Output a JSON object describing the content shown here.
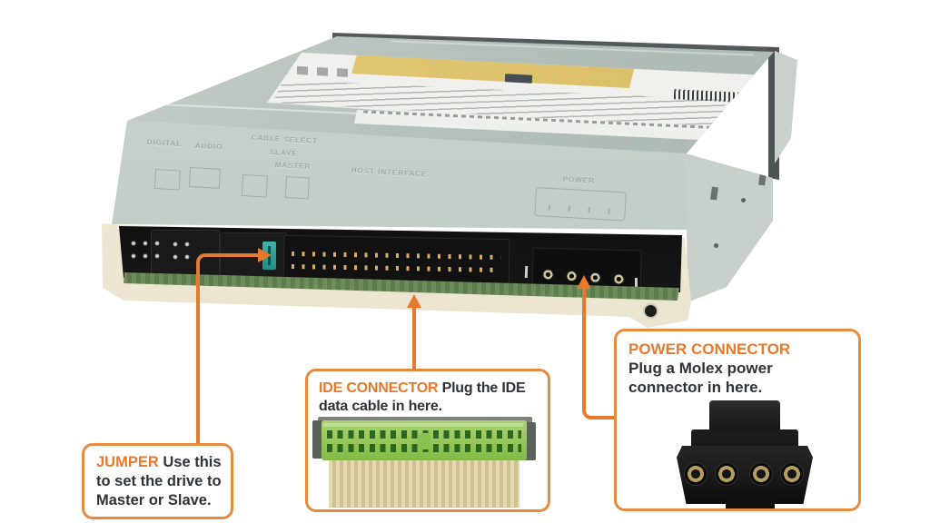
{
  "figure": {
    "accent_color": "#E6792A",
    "background_color": "#FFFFFF",
    "drive_body_color": "#B7C2BC",
    "bezel_color": "#EFE8D5",
    "pcb_color": "#64824F",
    "jumper_color": "#2FA39A"
  },
  "drive_panel_labels": {
    "digital": "DIGITAL",
    "audio": "AUDIO",
    "cable_select": "CABLE SELECT",
    "slave": "SLAVE",
    "master": "MASTER",
    "host_interface": "HOST INTERFACE",
    "power": "POWER"
  },
  "callouts": {
    "jumper": {
      "title": "JUMPER",
      "body": "Use this to set the drive to Master or Slave."
    },
    "ide": {
      "title": "IDE CONNECTOR",
      "body": "Plug the IDE data cable in here."
    },
    "power": {
      "title": "POWER CONNECTOR",
      "body": "Plug a Molex power connector in here."
    }
  }
}
